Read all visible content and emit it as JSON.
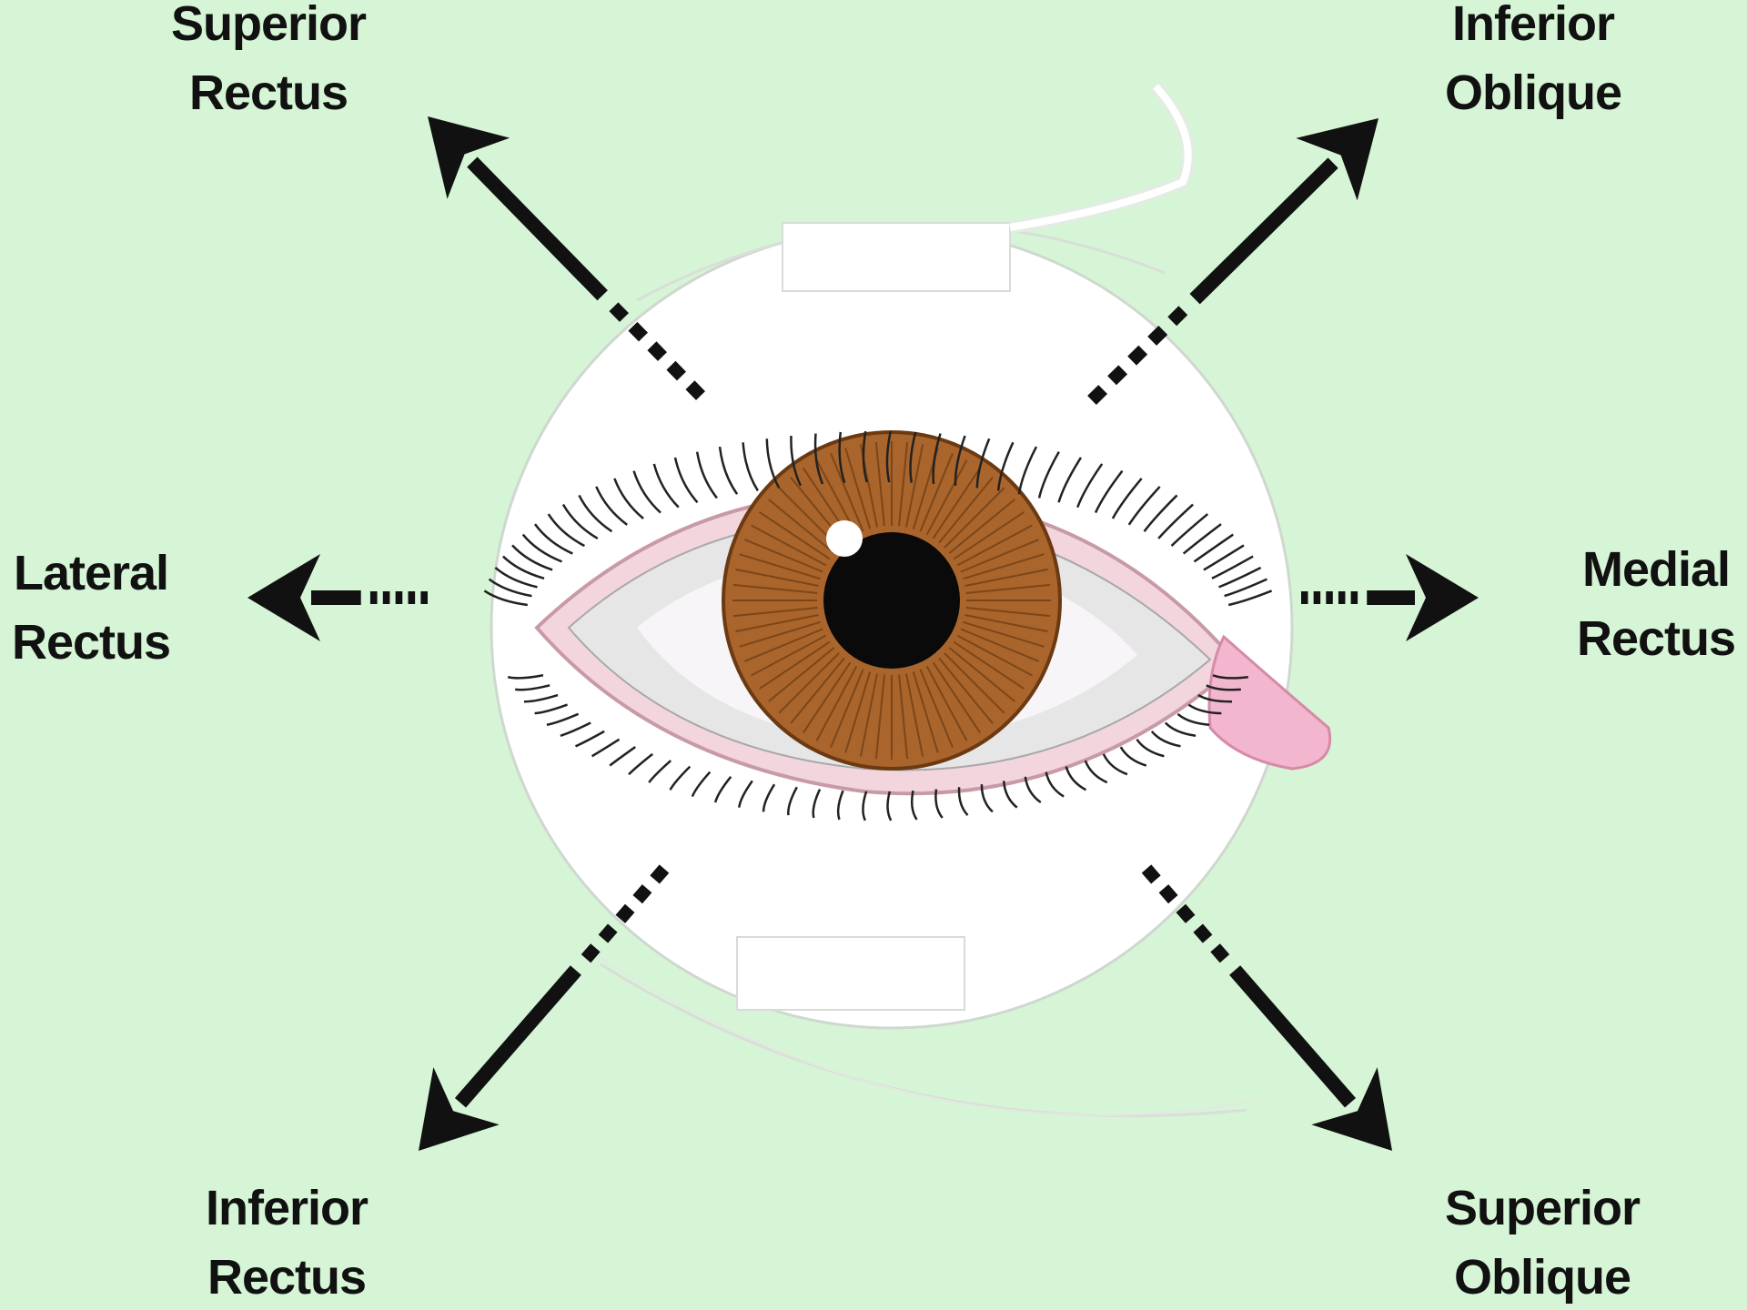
{
  "colors": {
    "background": "#d6f5d6",
    "iris": "#a9652b",
    "iris_dark": "#6b3a12",
    "pupil": "#0a0a0a",
    "sclera": "#ffffff",
    "caruncle": "#f2b6cf",
    "arrow": "#111111",
    "outline": "#c8d2c8"
  },
  "labels": {
    "superior_rectus": [
      "Superior",
      "Rectus"
    ],
    "inferior_oblique": [
      "Inferior",
      "Oblique"
    ],
    "lateral_rectus": [
      "Lateral",
      "Rectus"
    ],
    "medial_rectus": [
      "Medial",
      "Rectus"
    ],
    "inferior_rectus": [
      "Inferior",
      "Rectus"
    ],
    "superior_oblique": [
      "Superior",
      "Oblique"
    ]
  },
  "arrows": [
    {
      "muscle": "superior_rectus",
      "direction": "up-left"
    },
    {
      "muscle": "inferior_oblique",
      "direction": "up-right"
    },
    {
      "muscle": "lateral_rectus",
      "direction": "left"
    },
    {
      "muscle": "medial_rectus",
      "direction": "right"
    },
    {
      "muscle": "inferior_rectus",
      "direction": "down-left"
    },
    {
      "muscle": "superior_oblique",
      "direction": "down-right"
    }
  ]
}
